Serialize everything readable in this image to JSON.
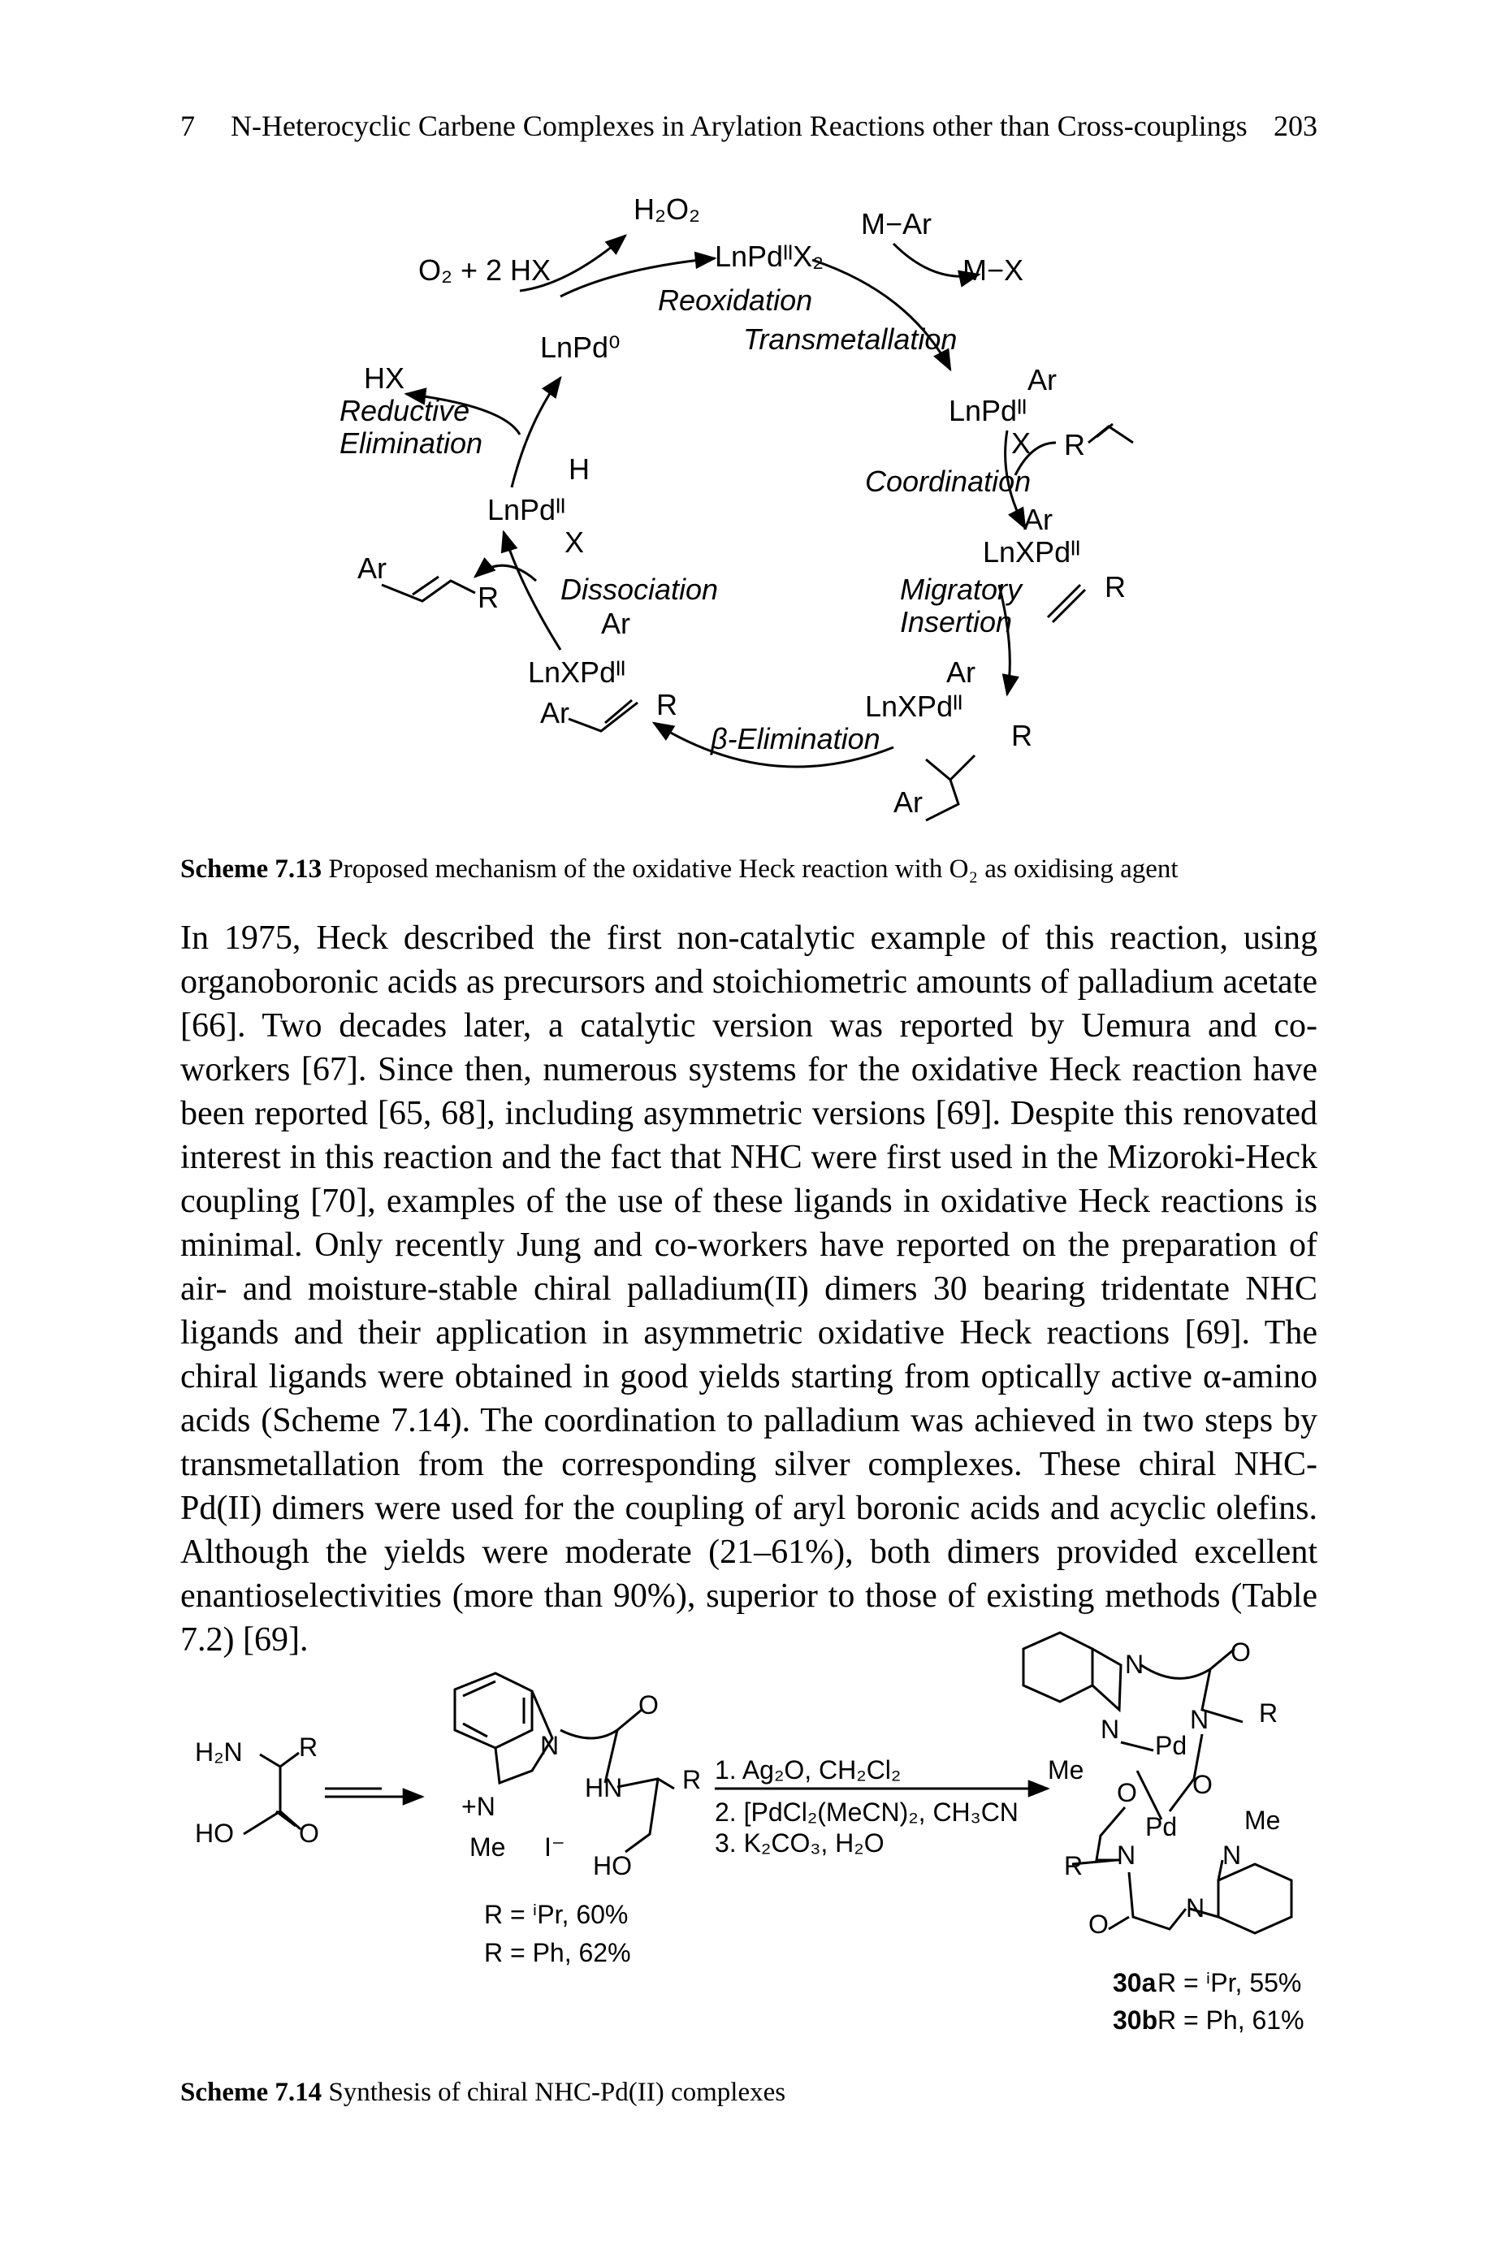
{
  "header": {
    "chapter": "7",
    "title": "N-Heterocyclic Carbene Complexes in Arylation Reactions other than Cross-couplings",
    "page_number": "203"
  },
  "scheme_13": {
    "labels": {
      "h2o2": "H₂O₂",
      "m_ar": "M−Ar",
      "o2_hx": "O₂ + 2 HX",
      "lnpdx2": "LnPdᴵᴵX₂",
      "m_x": "M−X",
      "reoxidation": "Reoxidation",
      "lnpd0": "LnPd⁰",
      "transmetallation": "Transmetallation",
      "hx": "HX",
      "reductive": "Reductive",
      "elimination": "Elimination",
      "lnpd_ar_x": "LnPdᴵᴵ",
      "ar": "Ar",
      "x": "X",
      "h": "H",
      "lnpd_h_x": "LnPdᴵᴵ",
      "r": "R",
      "coordination": "Coordination",
      "lnxpd": "LnXPdᴵᴵ",
      "dissociation": "Dissociation",
      "migratory": "Migratory",
      "insertion": "Insertion",
      "beta_elimination": "β-Elimination"
    },
    "caption_label": "Scheme 7.13",
    "caption_text": "Proposed mechanism of the oxidative Heck reaction with O₂ as oxidising agent"
  },
  "paragraph": "In 1975, Heck described the first non-catalytic example of this reaction, using organoboronic acids as precursors and stoichiometric amounts of palladium acetate [66]. Two decades later, a catalytic version was reported by Uemura and co-workers [67]. Since then, numerous systems for the oxidative Heck reaction have been reported [65, 68], including asymmetric versions [69]. Despite this renovated interest in this reaction and the fact that NHC were first used in the Mizoroki-Heck coupling [70], examples of the use of these ligands in oxidative Heck reactions is minimal. Only recently Jung and co-workers have reported on the preparation of air- and moisture-stable chiral palladium(II) dimers 30 bearing tridentate NHC ligands and their application in asymmetric oxidative Heck reactions [69]. The chiral ligands were obtained in good yields starting from optically active α-amino acids (Scheme 7.14). The coordination to palladium was achieved in two steps by transmetallation from the corresponding silver complexes. These chiral NHC-Pd(II) dimers were used for the coupling of aryl boronic acids and acyclic olefins. Although the yields were moderate (21–61%), both dimers provided excellent enantioselectivities (more than 90%), superior to those of existing methods (Table 7.2) [69].",
  "scheme_14": {
    "labels": {
      "h2n": "H₂N",
      "r": "R",
      "ho": "HO",
      "o": "O",
      "n": "N",
      "n_plus": "+N",
      "me": "Me",
      "iodide": "I⁻",
      "hn": "HN",
      "pd": "Pd",
      "yield_ipr": "R = ⁱPr, 60%",
      "yield_ph": "R = Ph, 62%",
      "step1": "1. Ag₂O, CH₂Cl₂",
      "step2": "2. [PdCl₂(MeCN)₂, CH₃CN",
      "step3": "3. K₂CO₃, H₂O",
      "p30a_id": "30a",
      "p30a_rest": "R = ⁱPr, 55%",
      "p30b_id": "30b",
      "p30b_rest": "R = Ph, 61%"
    },
    "caption_label": "Scheme 7.14",
    "caption_text": "Synthesis of chiral NHC-Pd(II) complexes"
  }
}
